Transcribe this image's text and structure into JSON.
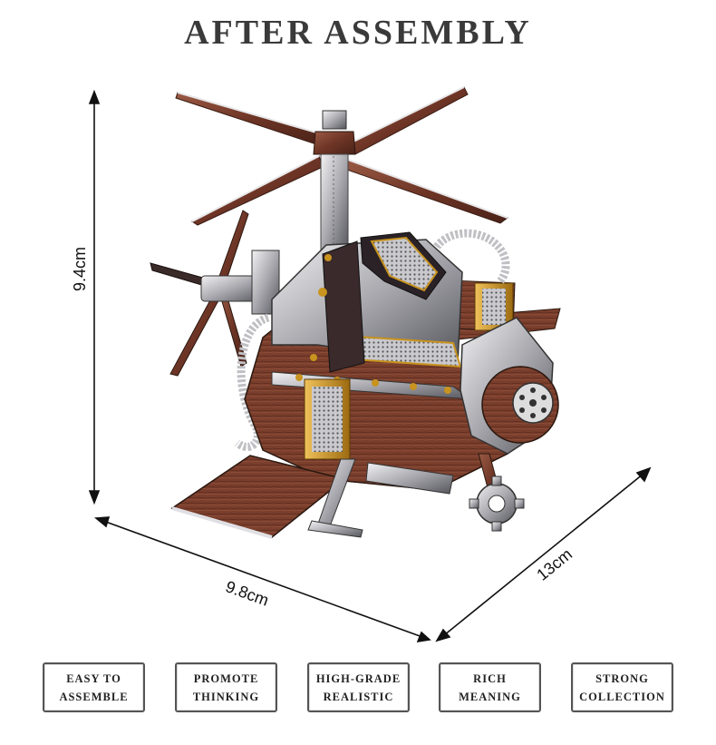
{
  "title": "AFTER ASSEMBLY",
  "dimensions": {
    "height": "9.4cm",
    "width": "9.8cm",
    "depth": "13cm"
  },
  "features": [
    {
      "line1": "EASY TO",
      "line2": "ASSEMBLE"
    },
    {
      "line1": "PROMOTE",
      "line2": "THINKING"
    },
    {
      "line1": "HIGH-GRADE",
      "line2": "REALISTIC"
    },
    {
      "line1": "RICH",
      "line2": "MEANING"
    },
    {
      "line1": "STRONG",
      "line2": "COLLECTION"
    }
  ],
  "colors": {
    "copper": "#7a3e2c",
    "silver": "#c8c8cc",
    "brass": "#c8931e",
    "dark": "#2a2226"
  }
}
